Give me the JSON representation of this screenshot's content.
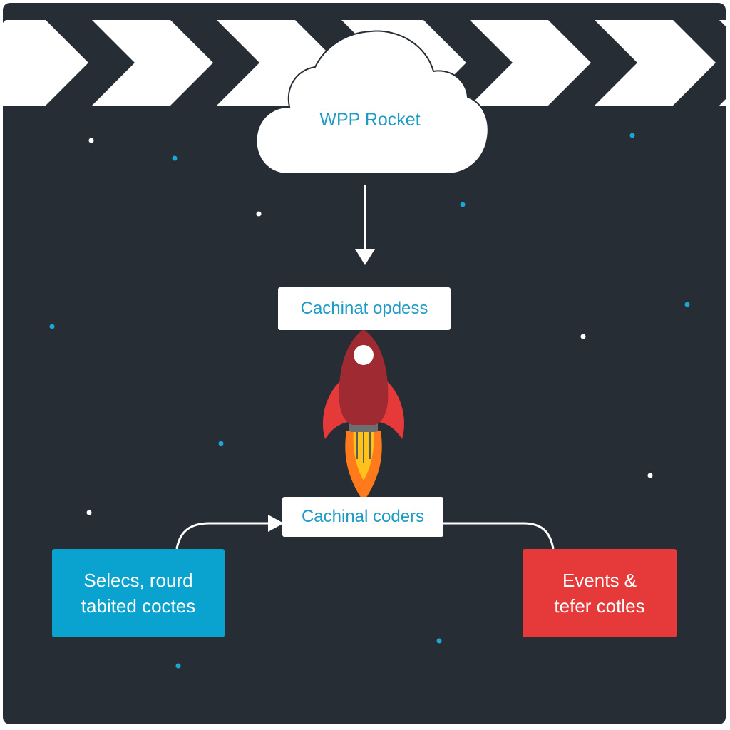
{
  "diagram": {
    "cloud": {
      "label": "WPP Rocket"
    },
    "process_top": {
      "label": "Cachinat opdess"
    },
    "process_bottom": {
      "label": "Cachinal coders"
    },
    "left_box": {
      "line1": "Selecs, rourd",
      "line2": "tabited coctes"
    },
    "right_box": {
      "line1": "Events &",
      "line2": "tefer cotles"
    }
  },
  "colors": {
    "background": "#272d35",
    "accent_blue": "#0aa2cf",
    "accent_red": "#e5393a",
    "text_blue": "#1d9bc4",
    "white": "#ffffff"
  },
  "icons": [
    "chevron-right-icon",
    "cloud-icon",
    "rocket-icon",
    "star-dot"
  ]
}
